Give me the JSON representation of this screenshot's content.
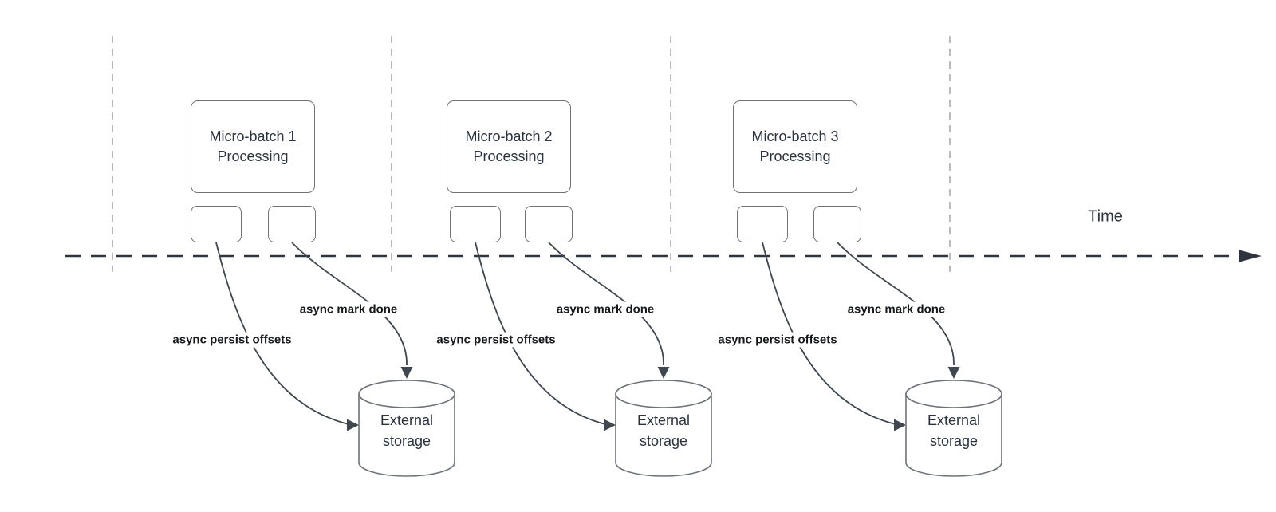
{
  "diagram": {
    "time_label": "Time",
    "groups": [
      {
        "process_label": "Micro-batch 1\nProcessing",
        "persist_label": "async persist offsets",
        "mark_done_label": "async mark done",
        "storage_label": "External\nstorage"
      },
      {
        "process_label": "Micro-batch 2\nProcessing",
        "persist_label": "async persist offsets",
        "mark_done_label": "async mark done",
        "storage_label": "External\nstorage"
      },
      {
        "process_label": "Micro-batch 3\nProcessing",
        "persist_label": "async persist offsets",
        "mark_done_label": "async mark done",
        "storage_label": "External\nstorage"
      }
    ],
    "colors": {
      "background": "#ffffff",
      "shape_border": "#6e737a",
      "shape_text": "#2b333f",
      "edge_stroke": "#40474f",
      "edge_label_text": "#16181c",
      "timeline_stroke": "#2f343c",
      "divider_stroke": "#ababab"
    }
  }
}
